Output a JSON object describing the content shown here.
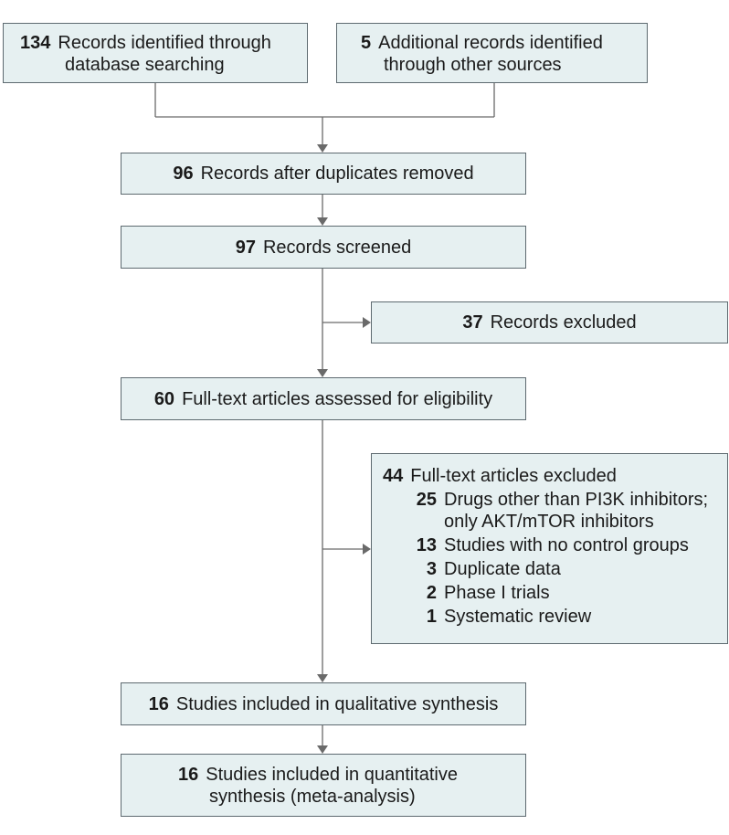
{
  "boxes": {
    "db_search": {
      "count": "134",
      "text_line1": "Records identified through",
      "text_line2": "database searching"
    },
    "other_sources": {
      "count": "5",
      "text_line1": "Additional records identified",
      "text_line2": "through other sources"
    },
    "after_duplicates": {
      "count": "96",
      "text": "Records after duplicates removed"
    },
    "screened": {
      "count": "97",
      "text": "Records screened"
    },
    "records_excluded": {
      "count": "37",
      "text": "Records excluded"
    },
    "fulltext_assessed": {
      "count": "60",
      "text": "Full-text articles assessed for eligibility"
    },
    "fulltext_excluded": {
      "count": "44",
      "text": "Full-text articles excluded",
      "reasons": [
        {
          "count": "25",
          "line1": "Drugs other than PI3K inhibitors;",
          "line2": "only AKT/mTOR inhibitors"
        },
        {
          "count": "13",
          "line1": "Studies with no control groups"
        },
        {
          "count": "3",
          "line1": "Duplicate data"
        },
        {
          "count": "2",
          "line1": "Phase I trials"
        },
        {
          "count": "1",
          "line1": "Systematic review"
        }
      ]
    },
    "qualitative": {
      "count": "16",
      "text": "Studies included in qualitative synthesis"
    },
    "quantitative": {
      "count": "16",
      "text_line1": "Studies included in quantitative",
      "text_line2": "synthesis (meta-analysis)"
    }
  }
}
